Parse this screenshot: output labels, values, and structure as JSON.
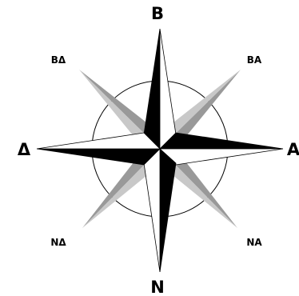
{
  "compass": {
    "labels": {
      "north": "B",
      "south": "N",
      "east": "A",
      "west": "Δ",
      "northeast": "BA",
      "northwest": "BΔ",
      "southeast": "NA",
      "southwest": "NΔ"
    },
    "colors": {
      "cardinal_dark": "#000000",
      "cardinal_light": "#ffffff",
      "intercardinal_dark": "#999999",
      "intercardinal_light": "#c8c8c8",
      "outline": "#000000",
      "ring": "#000000"
    }
  }
}
